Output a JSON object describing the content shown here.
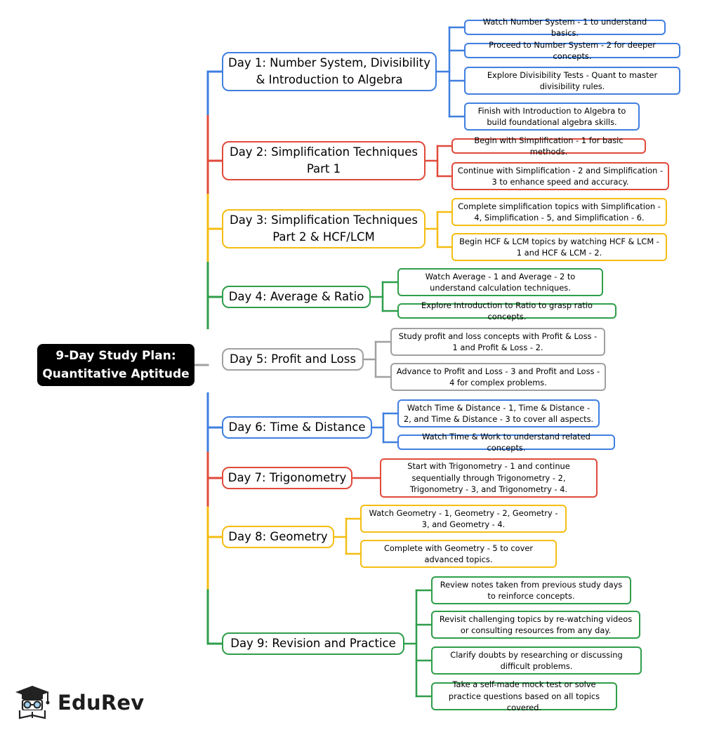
{
  "root": {
    "title": "9-Day Study Plan: Quantitative Aptitude"
  },
  "colors": {
    "blue": "#3f7fe0",
    "red": "#e04a3b",
    "yellow": "#f5bd13",
    "green": "#2e9e4a",
    "gray": "#a0a0a0"
  },
  "days": [
    {
      "label": "Day 1: Number System, Divisibility & Introduction to Algebra",
      "tasks": [
        "Watch Number System - 1 to understand basics.",
        "Proceed to Number System - 2 for deeper concepts.",
        "Explore Divisibility Tests - Quant to master divisibility rules.",
        "Finish with Introduction to Algebra to build foundational algebra skills."
      ]
    },
    {
      "label": "Day 2: Simplification Techniques Part 1",
      "tasks": [
        "Begin with Simplification - 1 for basic methods.",
        "Continue with Simplification - 2 and Simplification - 3 to enhance speed and accuracy."
      ]
    },
    {
      "label": "Day 3: Simplification Techniques Part 2 & HCF/LCM",
      "tasks": [
        "Complete simplification topics with Simplification - 4, Simplification - 5, and Simplification - 6.",
        "Begin HCF & LCM topics by watching HCF & LCM - 1 and HCF & LCM - 2."
      ]
    },
    {
      "label": "Day 4: Average & Ratio",
      "tasks": [
        "Watch Average - 1 and Average - 2 to understand calculation techniques.",
        "Explore Introduction to Ratio to grasp ratio concepts."
      ]
    },
    {
      "label": "Day 5: Profit and Loss",
      "tasks": [
        "Study profit and loss concepts with Profit & Loss - 1 and Profit & Loss - 2.",
        "Advance to Profit and Loss - 3 and Profit and Loss - 4 for complex problems."
      ]
    },
    {
      "label": "Day 6: Time & Distance",
      "tasks": [
        "Watch Time & Distance - 1, Time & Distance - 2, and Time & Distance - 3 to cover all aspects.",
        "Watch Time & Work to understand related concepts."
      ]
    },
    {
      "label": "Day 7: Trigonometry",
      "tasks": [
        "Start with Trigonometry - 1 and continue sequentially through Trigonometry - 2, Trigonometry - 3, and Trigonometry - 4."
      ]
    },
    {
      "label": "Day 8: Geometry",
      "tasks": [
        "Watch Geometry - 1, Geometry - 2, Geometry - 3, and Geometry - 4.",
        "Complete with Geometry - 5 to cover advanced topics."
      ]
    },
    {
      "label": "Day 9: Revision and Practice",
      "tasks": [
        "Review notes taken from previous study days to reinforce concepts.",
        "Revisit challenging topics by re-watching videos or consulting resources from any day.",
        "Clarify doubts by researching or discussing difficult problems.",
        "Take a self-made mock test or solve practice questions based on all topics covered."
      ]
    }
  ],
  "logo": {
    "text": "EduRev",
    "icon": "graduate-cap-icon"
  }
}
